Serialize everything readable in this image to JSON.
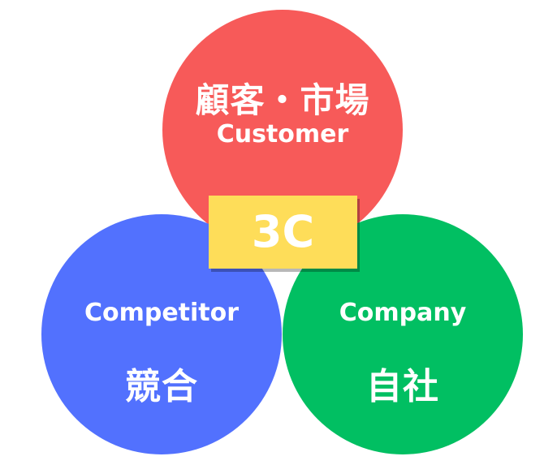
{
  "colors": {
    "customer": "#f75a59",
    "competitor": "#5271fe",
    "company": "#01bf62",
    "core": "#fedd59",
    "text": "#ffffff"
  },
  "customer": {
    "label_jp": "顧客・市場",
    "label_en": "Customer"
  },
  "competitor": {
    "label_en": "Competitor",
    "label_jp": "競合"
  },
  "company": {
    "label_en": "Company",
    "label_jp": "自社"
  },
  "core": {
    "label": "3C"
  }
}
